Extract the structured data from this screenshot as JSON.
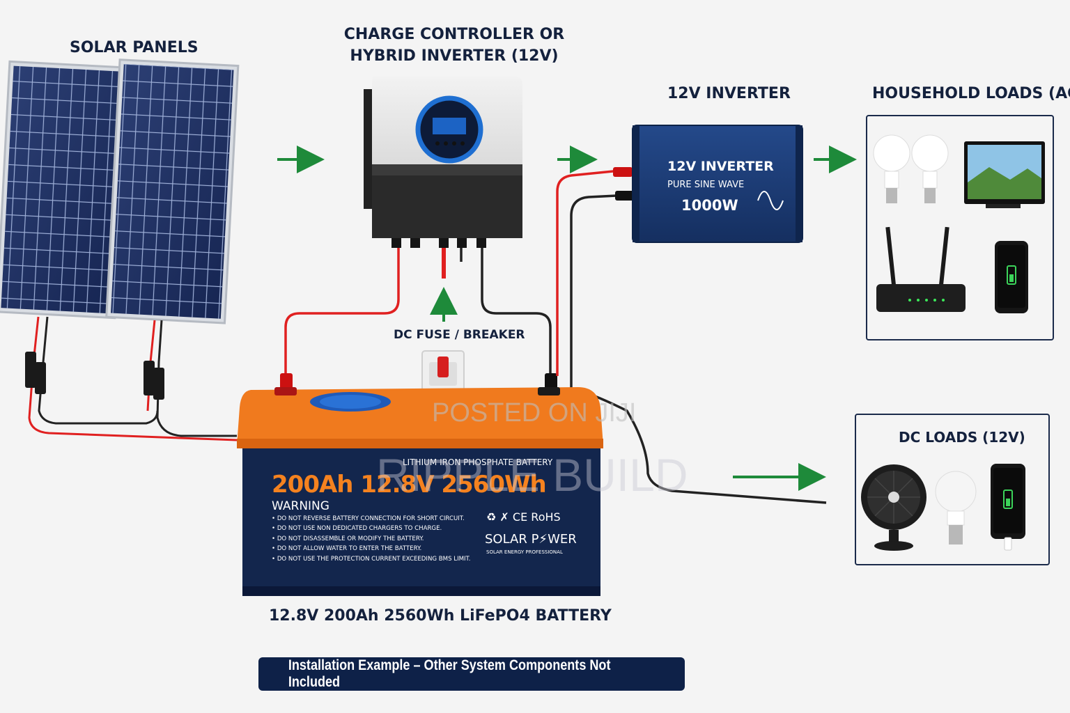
{
  "labels": {
    "solar_panels": "SOLAR PANELS",
    "controller_line1": "CHARGE CONTROLLER OR",
    "controller_line2": "HYBRID INVERTER (12V)",
    "inverter": "12V INVERTER",
    "household": "HOUSEHOLD LOADS (AC)",
    "dc_fuse": "DC FUSE / BREAKER",
    "dc_loads": "DC LOADS (12V)",
    "battery_caption": "12.8V 200Ah 2560Wh LiFePO4 BATTERY"
  },
  "inverter_unit": {
    "title": "12V INVERTER",
    "subtitle": "PURE SINE WAVE",
    "power": "1000W"
  },
  "battery": {
    "type_line": "LITHIUM IRON PHOSPHATE BATTERY",
    "spec": "200Ah 12.8V 2560Wh",
    "warning_title": "WARNING",
    "warnings": [
      "DO NOT REVERSE BATTERY CONNECTION FOR SHORT CIRCUIT.",
      "DO NOT USE NON DEDICATED CHARGERS TO CHARGE.",
      "DO NOT DISASSEMBLE OR MODIFY THE BATTERY.",
      "DO NOT ALLOW WATER TO ENTER THE BATTERY.",
      "DO NOT USE THE PROTECTION CURRENT EXCEEDING BMS LIMIT."
    ],
    "certs": "♻ ✗ CE RoHS",
    "brand": "SOLAR P⚡WER",
    "brand_sub": "SOLAR ENERGY PROFESSIONAL"
  },
  "watermarks": {
    "posted": "POSTED ON JIJI",
    "brand": "RIPPLE BUILD"
  },
  "footer": "Installation Example – Other System Components Not Included",
  "colors": {
    "arrow": "#1e8a3a",
    "wire_positive": "#e02020",
    "wire_negative": "#222222",
    "battery_top": "#f07a1e",
    "battery_body": "#13264d",
    "navy": "#0e2148",
    "inverter_blue": "#1c3f7a",
    "spec_orange": "#f5821f"
  }
}
